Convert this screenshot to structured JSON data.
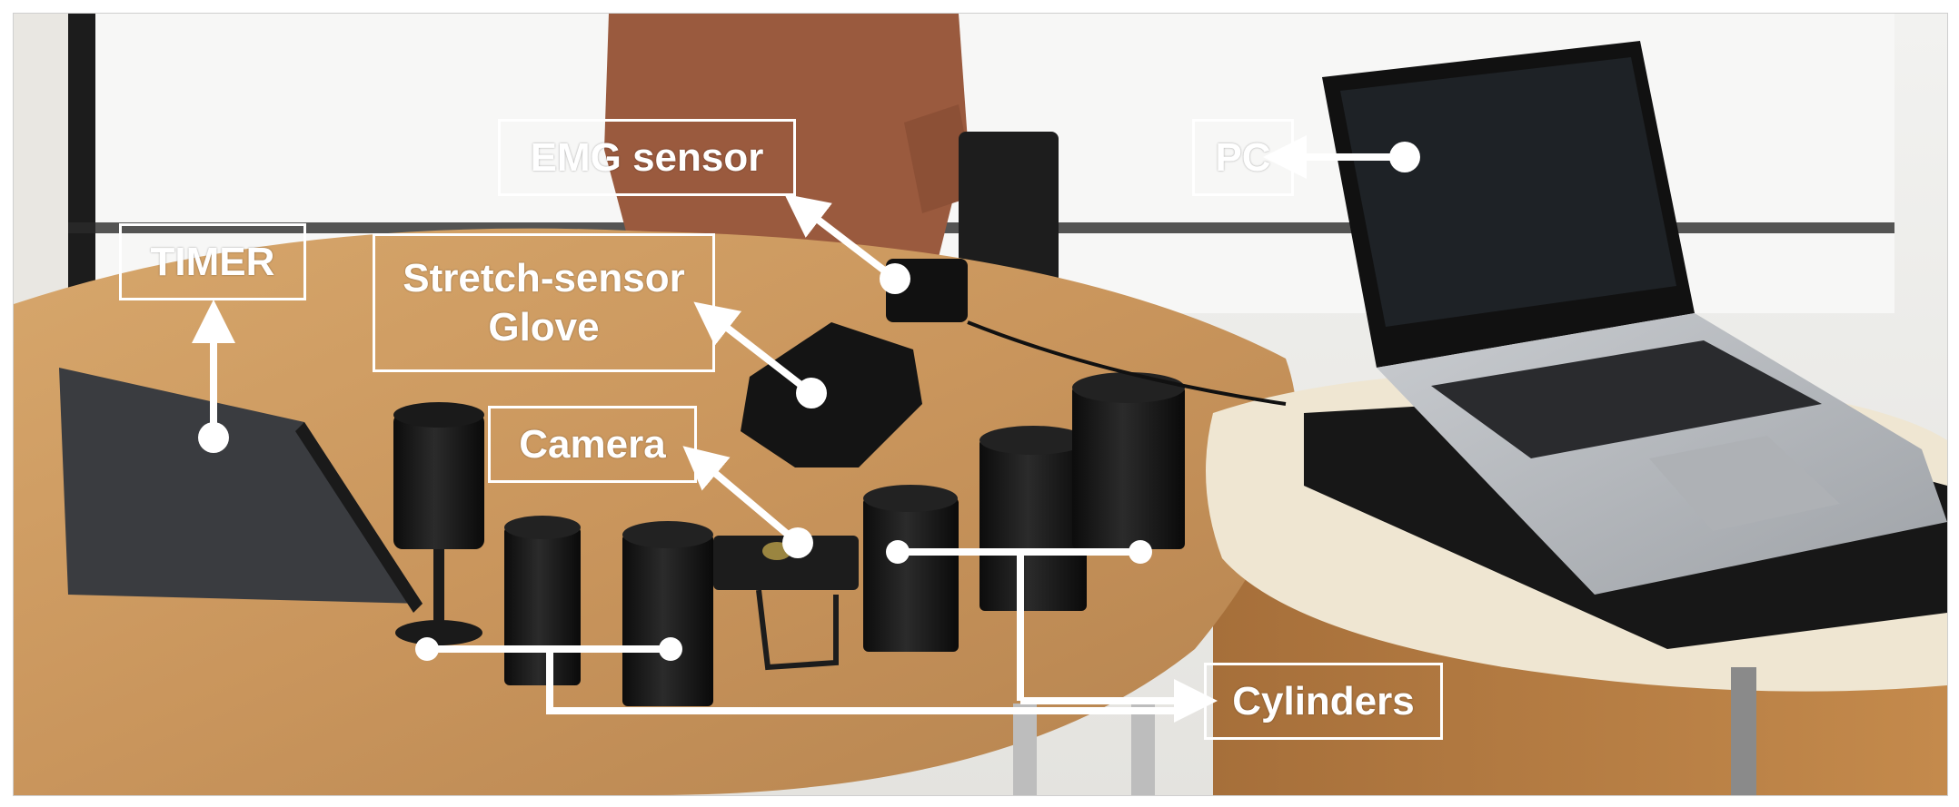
{
  "labels": {
    "emg_sensor": "EMG sensor",
    "pc": "PC",
    "timer": "TIMER",
    "glove_line1": "Stretch-sensor",
    "glove_line2": "Glove",
    "camera": "Camera",
    "cylinders": "Cylinders"
  },
  "colors": {
    "annotation": "#ffffff",
    "table_wood": "#c9955c",
    "laptop_silver": "#b9bcc1",
    "cylinder_black": "#151515"
  }
}
